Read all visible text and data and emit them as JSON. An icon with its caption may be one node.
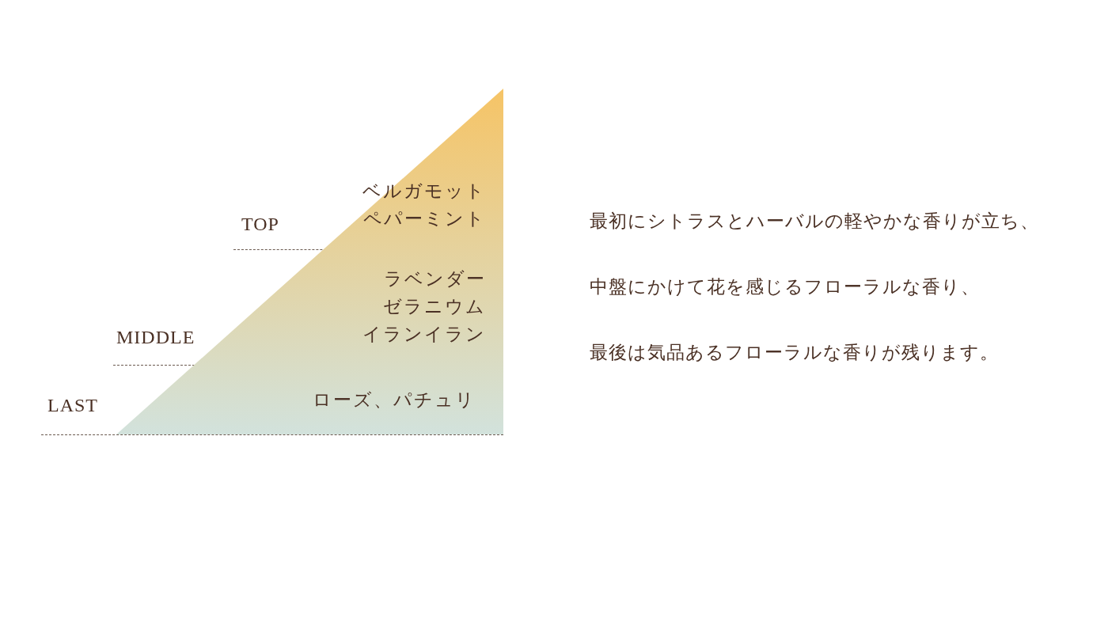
{
  "diagram": {
    "nodes": [
      {
        "text": [
          "ベルガモット",
          "ペパーミント"
        ]
      },
      {
        "text": [
          "ラベンダー",
          "ゼラニウム",
          "イランイラン"
        ]
      },
      {
        "text": [
          "ローズ、パチュリ"
        ]
      }
    ],
    "labels": [
      "TOP",
      "MIDDLE",
      "LAST",
      "最初にシトラスとハーバルの軽やかな香りが立ち、",
      "中盤にかけて花を感じるフローラルな香り、",
      "最後は気品あるフローラルな香りが残ります。"
    ]
  }
}
